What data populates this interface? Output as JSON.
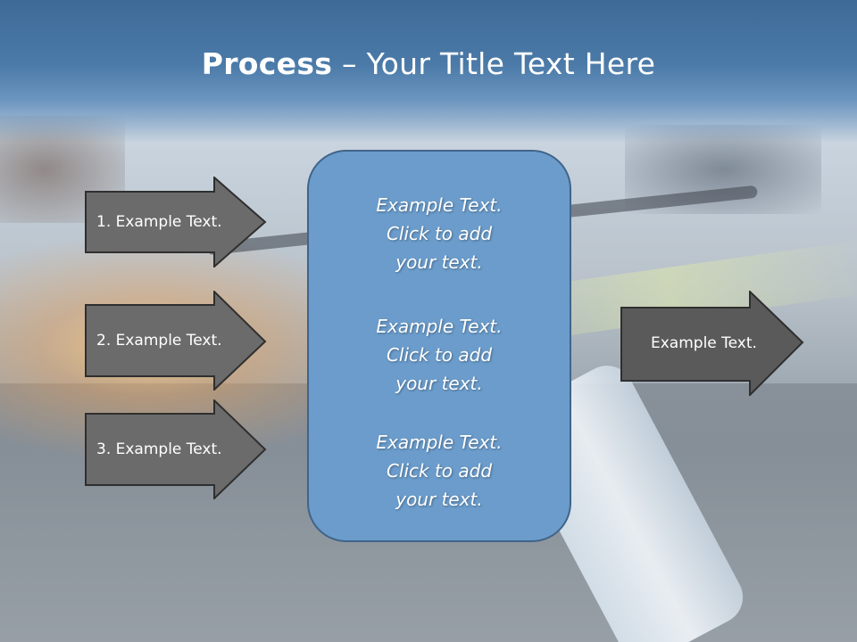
{
  "slide": {
    "title_bold": "Process",
    "title_rest": " – Your Title Text Here"
  },
  "left_steps": [
    {
      "label": "1. Example Text."
    },
    {
      "label": "2. Example Text."
    },
    {
      "label": "3. Example Text."
    }
  ],
  "center_box": {
    "items": [
      {
        "text": "Example Text.\nClick  to add\nyour text."
      },
      {
        "text": "Example Text.\nClick  to add\nyour text."
      },
      {
        "text": "Example Text.\nClick  to add\nyour text."
      }
    ]
  },
  "right_step": {
    "label": "Example Text."
  },
  "colors": {
    "arrow_fill": "#6b6b6b",
    "arrow_fill_dark": "#5a5a5a",
    "box_fill": "#6b9ccb",
    "title_band": "#4b7aa8"
  }
}
